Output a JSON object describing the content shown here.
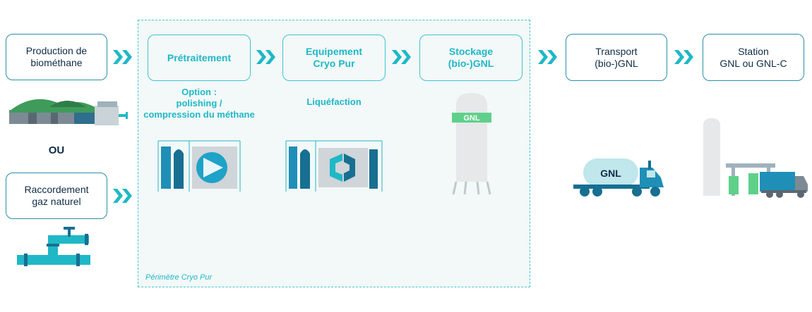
{
  "flow": {
    "production": "Production de\nbiométhane",
    "raccordement": "Raccordement\ngaz naturel",
    "ou": "OU",
    "pretraitement": "Prétraitement",
    "equipement": "Equipement\nCryo Pur",
    "stockage": "Stockage\n(bio-)GNL",
    "transport": "Transport\n(bio-)GNL",
    "station": "Station\nGNL ou GNL-C"
  },
  "captions": {
    "option": "Option :\npolishing /\ncompression du méthane",
    "liquefaction": "Liquéfaction"
  },
  "labels": {
    "tank_gnl": "GNL",
    "truck_gnl": "GNL"
  },
  "perimeter_label": "Périmètre Cryo Pur",
  "colors": {
    "accent": "#1fb8c6",
    "dark_blue": "#0f2b46",
    "border": "#2a8fa6",
    "panel": "#f3f8f8",
    "green": "#5fd08a"
  }
}
